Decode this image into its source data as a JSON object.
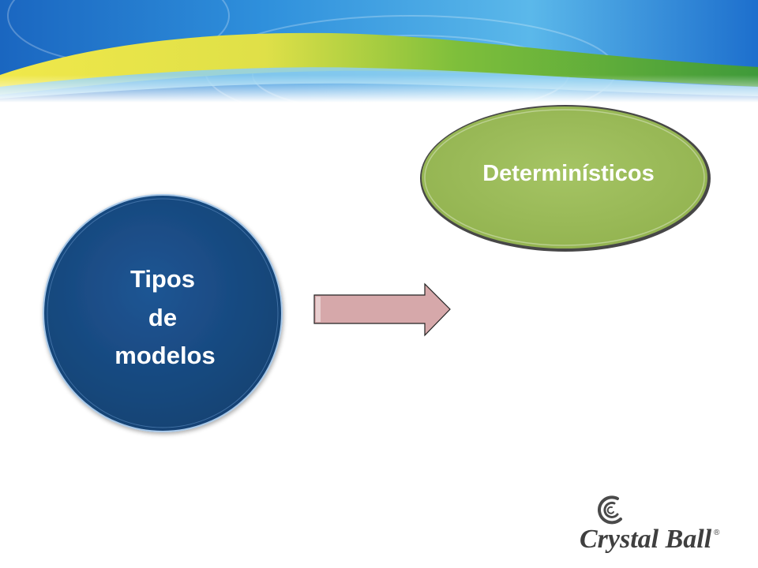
{
  "slide": {
    "circle_main": {
      "lines": [
        "Tipos",
        "de",
        "modelos"
      ],
      "fill": "#17497f",
      "text_color": "#ffffff"
    },
    "ellipse_top": {
      "label": "Determinísticos",
      "fill": "#9cbc58",
      "text_color": "#ffffff"
    },
    "arrow": {
      "fill": "#d6a8aa"
    },
    "logo": {
      "text": "Crystal Ball",
      "mark": "®",
      "color": "#3f3f3f"
    },
    "banner": {
      "colors": [
        "#1a78c8",
        "#5fb8e8",
        "#62a83a",
        "#e3e03a",
        "#ffffff"
      ]
    }
  }
}
